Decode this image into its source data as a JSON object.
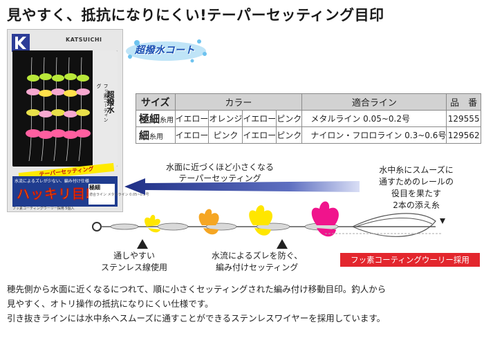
{
  "headline": "見やすく、抵抗になりにくい!テーパーセッティング目印",
  "package": {
    "brand": "KATSUICHI",
    "side_text_1": "超撥水",
    "side_text_2": "フッ素コーティング",
    "ribbon": "テーパーセッティング",
    "blue_sub": "水流によるズレが少ない、編み付け仕様",
    "title": "ハッキリ目印",
    "box_size": "極細",
    "box_detail": "適合ライン メタルライン 0.05~0.2号",
    "bottom": "フッ素コーティングウーリー採用    5個入"
  },
  "coat_badge": "超撥水コート",
  "table": {
    "headers": [
      "サイズ",
      "カラー",
      "適合ライン",
      "品　番"
    ],
    "rows": [
      {
        "size": "極細",
        "size_suffix": "糸用",
        "colors": [
          "イエロー",
          "オレンジ",
          "イエロー",
          "ピンク"
        ],
        "line": "メタルライン 0.05~0.2号",
        "code": "129555"
      },
      {
        "size": "細",
        "size_suffix": "糸用",
        "colors": [
          "イエロー",
          "ピンク",
          "イエロー",
          "ピンク"
        ],
        "line": "ナイロン・フロロライン 0.3~0.6号",
        "code": "129562"
      }
    ]
  },
  "diagram": {
    "arrow_label_1": "水面に近づくほど小さくなる",
    "arrow_label_2": "テーパーセッティング",
    "right_callout": [
      "水中糸にスムーズに",
      "通すためのレールの",
      "役目を果たす",
      "2本の添え糸"
    ],
    "left_callout": [
      "通しやすい",
      "ステンレス線使用"
    ],
    "mid_callout": [
      "水流によるズレを防ぐ、",
      "編み付けセッティング"
    ],
    "red_badge": "フッ素コーティングウーリー採用",
    "colors": {
      "yellow": "#ffe600",
      "orange": "#f5a623",
      "pink": "#f0148c",
      "blue": "#1f2f86",
      "red": "#e3262d"
    }
  },
  "body": [
    "穂先側から水面に近くなるにつれて、順に小さくセッティングされた編み付け移動目印。釣人から",
    "見やすく、オトリ操作の抵抗になりにくい仕様です。",
    "引き抜きラインには水中糸へスムーズに通すことができるステンレスワイヤーを採用しています。"
  ]
}
